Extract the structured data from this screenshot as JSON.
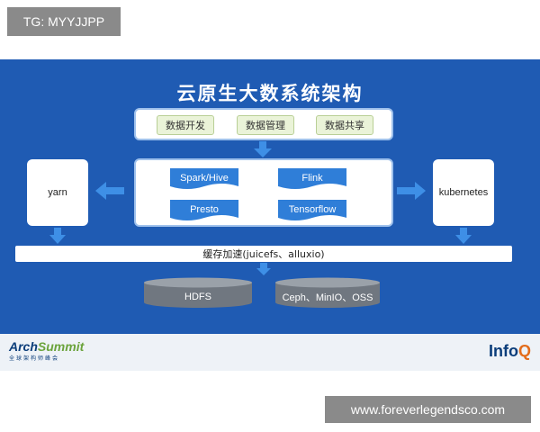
{
  "tag": {
    "text": "TG: MYYJJPP"
  },
  "slide": {
    "title": "云原生大数系统架构",
    "apps": [
      "数据开发",
      "数据管理",
      "数据共享"
    ],
    "engines": [
      "Spark/Hive",
      "Flink",
      "Presto",
      "Tensorflow"
    ],
    "left_scheduler": "yarn",
    "right_scheduler": "kubernetes",
    "cache_layer": "缓存加速(juicefs、alluxio)",
    "storage": [
      "HDFS",
      "Ceph、MinIO、OSS"
    ]
  },
  "colors": {
    "background": "#1f5bb3",
    "flag": "#2f7ed8",
    "arrow": "#3e8fe6",
    "chip": "#eaf3d8",
    "cylinder": "#707780"
  },
  "footer": {
    "left_logo_main": "Arch",
    "left_logo_accent": "Summit",
    "left_logo_sub": "全球架构师峰会",
    "right_logo_main": "Info",
    "right_logo_accent": "Q"
  },
  "watermark": {
    "text": "www.foreverlegendsco.com"
  }
}
